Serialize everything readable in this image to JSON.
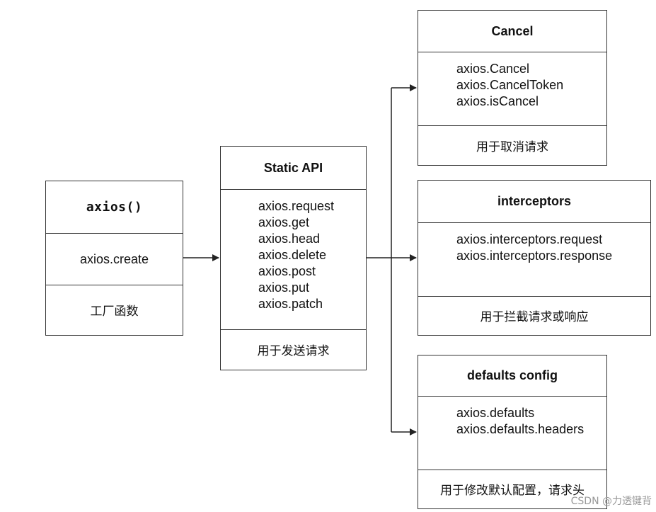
{
  "diagram": {
    "axios_box": {
      "title": "axios()",
      "create": "axios.create",
      "desc": "工厂函数"
    },
    "static_api_box": {
      "title": "Static API",
      "items": [
        "axios.request",
        "axios.get",
        "axios.head",
        "axios.delete",
        "axios.post",
        "axios.put",
        "axios.patch"
      ],
      "desc": "用于发送请求"
    },
    "cancel_box": {
      "title": "Cancel",
      "items": [
        "axios.Cancel",
        "axios.CancelToken",
        "axios.isCancel"
      ],
      "desc": "用于取消请求"
    },
    "interceptors_box": {
      "title": "interceptors",
      "items": [
        "axios.interceptors.request",
        "axios.interceptors.response"
      ],
      "desc": "用于拦截请求或响应"
    },
    "defaults_box": {
      "title": "defaults config",
      "items": [
        "axios.defaults",
        "axios.defaults.headers"
      ],
      "desc": "用于修改默认配置，请求头"
    },
    "watermark": "CSDN @力透键背"
  },
  "colors": {
    "stroke": "#333333",
    "text": "#111111",
    "watermark": "#999999"
  }
}
